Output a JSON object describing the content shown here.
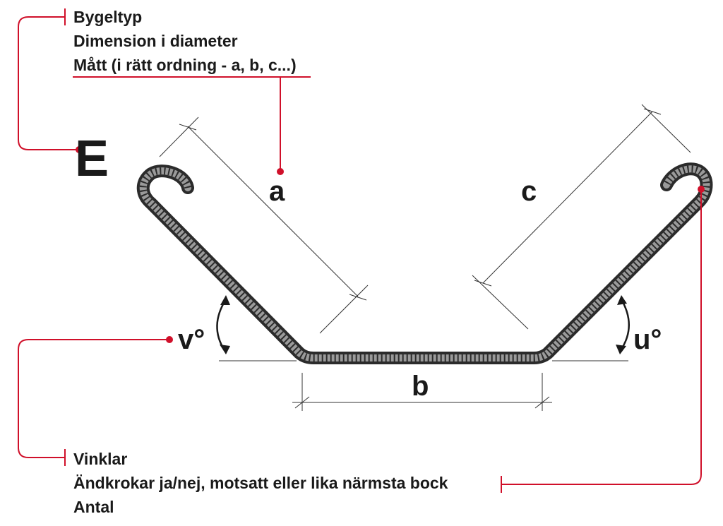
{
  "top_legend": {
    "line1": "Bygeltyp",
    "line2": "Dimension i diameter",
    "line3": "Mått (i rätt ordning - a, b, c...)"
  },
  "shape_code": "E",
  "dimensions": {
    "a": "a",
    "b": "b",
    "c": "c"
  },
  "angles": {
    "v": "v°",
    "u": "u°"
  },
  "bottom_legend": {
    "line1": "Vinklar",
    "line2": "Ändkrokar ja/nej, motsatt eller lika närmsta bock",
    "line3": "Antal"
  },
  "colors": {
    "accent_red": "#d0102a",
    "text": "#1a1a1a",
    "bar_dark": "#2b2b2b",
    "bar_light": "#9a9a9a"
  }
}
